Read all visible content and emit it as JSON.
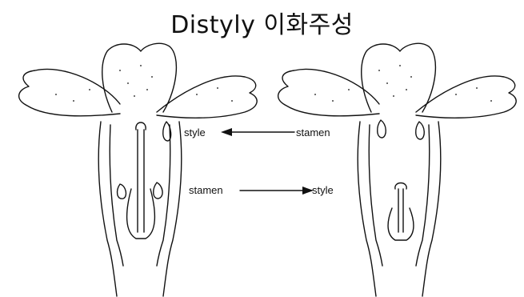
{
  "title": "Distyly 이화주성",
  "labels": {
    "top_left": "style",
    "top_right": "stamen",
    "bottom_left": "stamen",
    "bottom_right": "style"
  },
  "colors": {
    "ink": "#111111",
    "background": "#ffffff"
  }
}
